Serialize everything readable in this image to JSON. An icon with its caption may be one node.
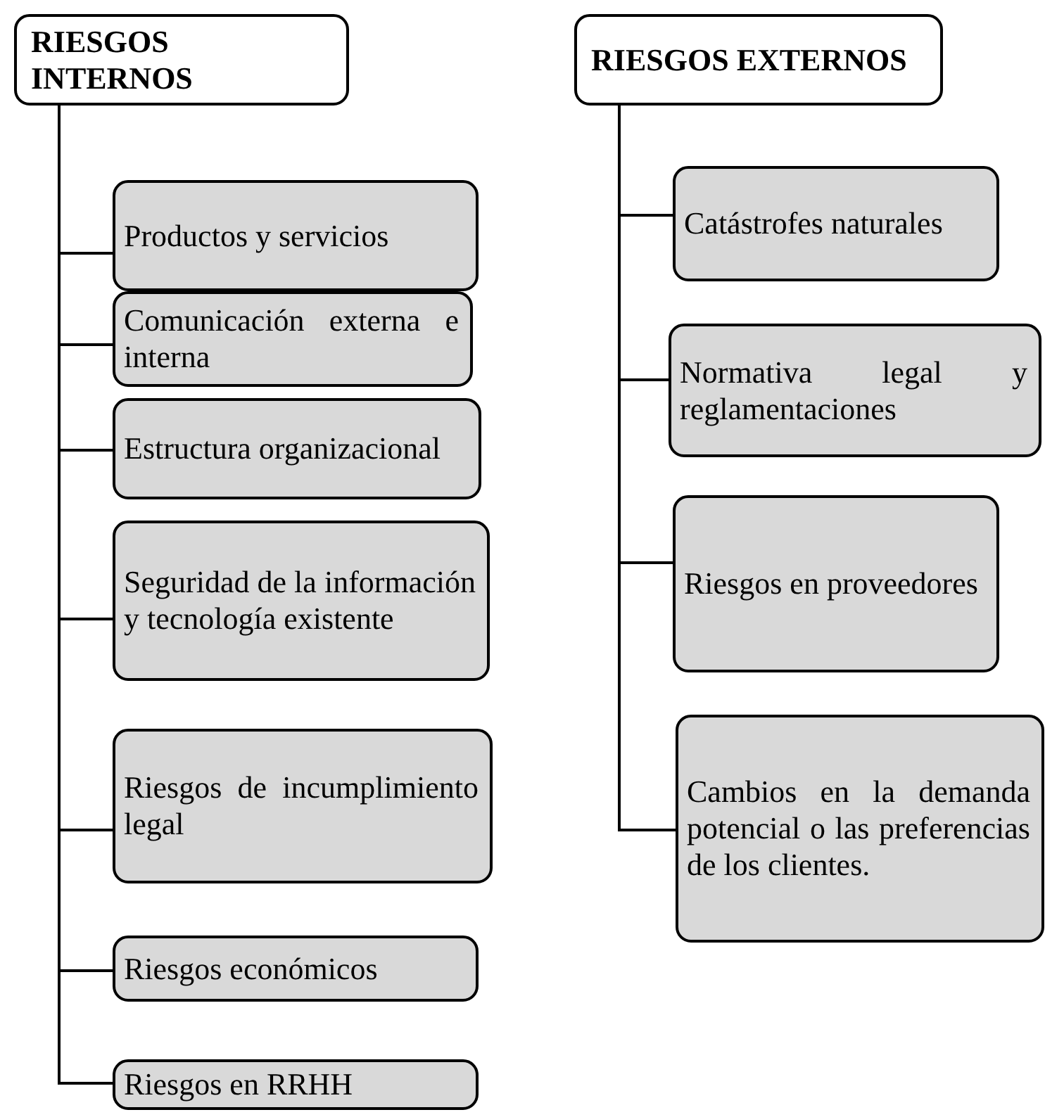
{
  "diagram": {
    "nodes": [
      {
        "text": [
          "RIESGOS INTERNOS"
        ]
      },
      {
        "text": [
          "Productos y servicios"
        ]
      },
      {
        "text": [
          "Comunicación externa e interna"
        ]
      },
      {
        "text": [
          "Estructura organizacional"
        ]
      },
      {
        "text": [
          "Seguridad de la información y tecnología existente"
        ]
      },
      {
        "text": [
          "Riesgos de incumplimiento legal"
        ]
      },
      {
        "text": [
          "Riesgos económicos"
        ]
      },
      {
        "text": [
          "Riesgos en RRHH"
        ]
      },
      {
        "text": [
          "RIESGOS EXTERNOS"
        ]
      },
      {
        "text": [
          "Catástrofes naturales"
        ]
      },
      {
        "text": [
          "Normativa legal y reglamentaciones"
        ]
      },
      {
        "text": [
          "Riesgos en proveedores"
        ]
      },
      {
        "text": [
          "Cambios en la demanda potencial o las preferencias de los clientes."
        ]
      }
    ],
    "edges": [
      {
        "from": 0,
        "to": 1,
        "arrow": "none"
      },
      {
        "from": 0,
        "to": 2,
        "arrow": "none"
      },
      {
        "from": 0,
        "to": 3,
        "arrow": "none"
      },
      {
        "from": 0,
        "to": 4,
        "arrow": "none"
      },
      {
        "from": 0,
        "to": 5,
        "arrow": "none"
      },
      {
        "from": 0,
        "to": 6,
        "arrow": "none"
      },
      {
        "from": 0,
        "to": 7,
        "arrow": "none"
      },
      {
        "from": 8,
        "to": 9,
        "arrow": "none"
      },
      {
        "from": 8,
        "to": 10,
        "arrow": "none"
      },
      {
        "from": 8,
        "to": 11,
        "arrow": "none"
      },
      {
        "from": 8,
        "to": 12,
        "arrow": "none"
      }
    ]
  }
}
